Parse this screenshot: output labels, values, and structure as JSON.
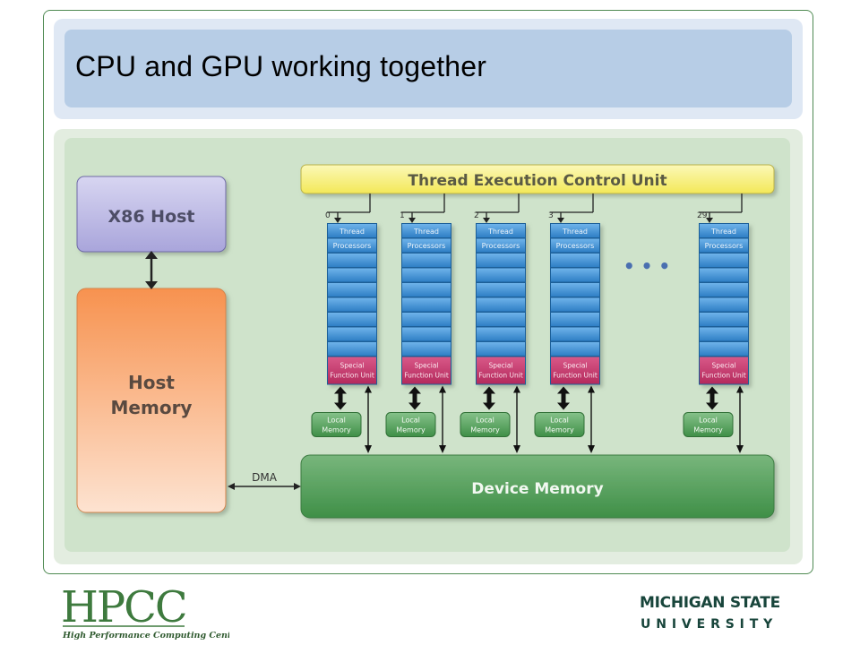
{
  "slide": {
    "title": "CPU and GPU working together"
  },
  "diagram": {
    "host_label": "X86 Host",
    "host_memory_line1": "Host",
    "host_memory_line2": "Memory",
    "tecu_label": "Thread Execution Control Unit",
    "dma_label": "DMA",
    "device_memory_label": "Device Memory",
    "ellipsis": "• • •",
    "multiprocessors": [
      {
        "index": "0"
      },
      {
        "index": "1"
      },
      {
        "index": "2"
      },
      {
        "index": "3"
      },
      {
        "index": "29"
      }
    ],
    "thread_label": "Thread",
    "processors_label": "Processors",
    "sfu_line1": "Special",
    "sfu_line2": "Function Unit",
    "local_line1": "Local",
    "local_line2": "Memory"
  },
  "footer": {
    "hpcc_logo": "HPCC",
    "hpcc_subtitle": "High Performance Computing Center",
    "msu_line1": "MICHIGAN STATE",
    "msu_line2": "U N I V E R S I T Y"
  },
  "colors": {
    "frame_border": "#4f8a52",
    "title_box": "#b7cde6",
    "host": "#b7b4e0",
    "host_memory": "#f6a36e",
    "tecu": "#f8f28e",
    "processor": "#3e8fd4",
    "sfu": "#c7366a",
    "device_memory": "#5fa565",
    "hpcc_green": "#3e7a3e",
    "msu_green": "#18453b"
  }
}
